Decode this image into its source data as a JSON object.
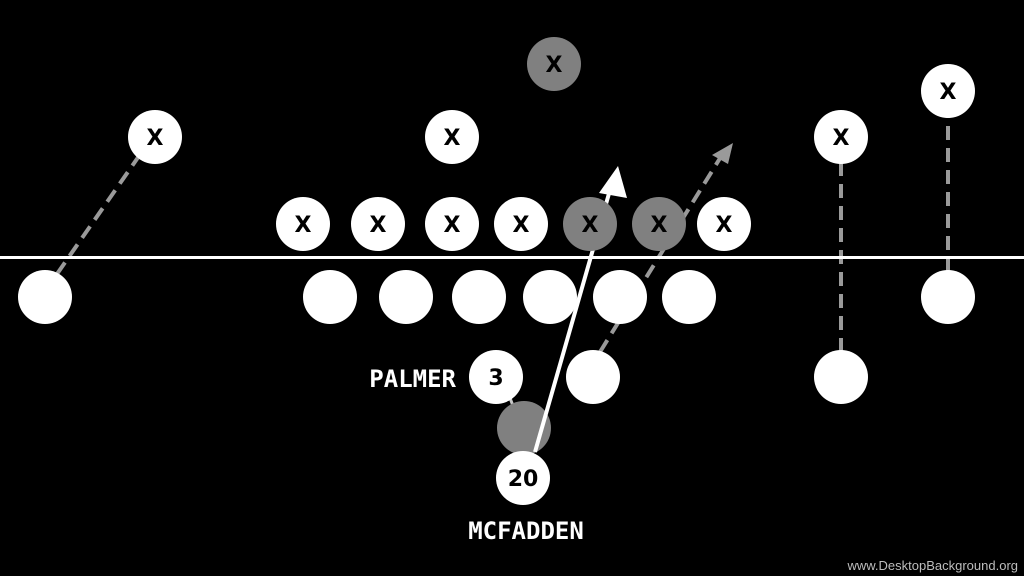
{
  "play": {
    "defender_symbol": "X",
    "colors": {
      "background": "#000000",
      "player": "#ffffff",
      "highlight": "#808080",
      "route": "#9a9a9a",
      "line": "#ffffff"
    },
    "labels": {
      "qb_number": "3",
      "qb_name": "PALMER",
      "rb_number": "20",
      "rb_name": "MCFADDEN"
    }
  },
  "watermark": "www.DesktopBackground.org"
}
